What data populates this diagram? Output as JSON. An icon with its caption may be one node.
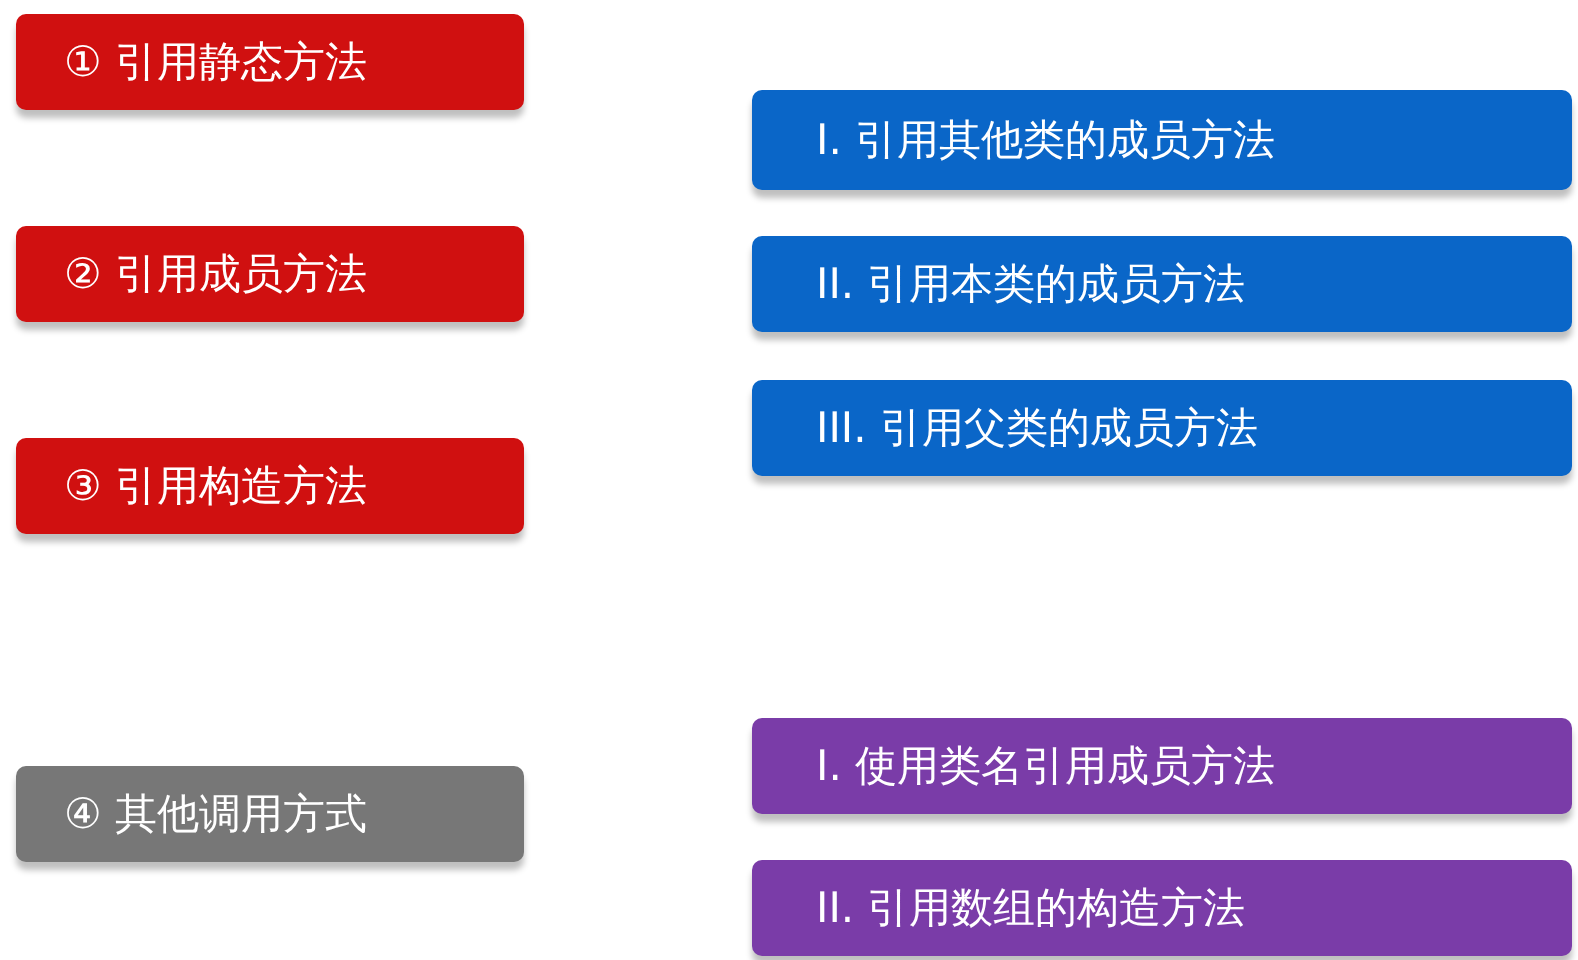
{
  "diagram": {
    "nodes": [
      {
        "text": [
          "① 引用静态方法"
        ]
      },
      {
        "text": [
          "② 引用成员方法"
        ]
      },
      {
        "text": [
          "③ 引用构造方法"
        ]
      },
      {
        "text": [
          "④ 其他调用方式"
        ]
      },
      {
        "text": [
          "I. 引用其他类的成员方法"
        ]
      },
      {
        "text": [
          "II. 引用本类的成员方法"
        ]
      },
      {
        "text": [
          "III. 引用父类的成员方法"
        ]
      },
      {
        "text": [
          "I. 使用类名引用成员方法"
        ]
      },
      {
        "text": [
          "II. 引用数组的构造方法"
        ]
      }
    ]
  }
}
